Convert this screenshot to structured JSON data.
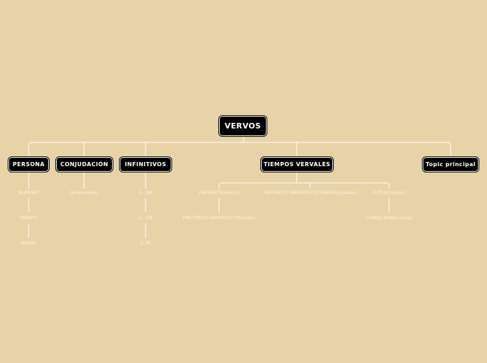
{
  "map": {
    "root": "VERVOS",
    "branches": [
      {
        "label": "PERSONA",
        "children": [
          "NUMERO",
          "TIEMPO",
          "MODO"
        ]
      },
      {
        "label": "CONJUDACIÓN",
        "children": [
          "(pronombre)"
        ]
      },
      {
        "label": "INFINITIVOS",
        "children": [
          "1.- AR",
          "2.- ER",
          "3.-IR"
        ]
      },
      {
        "label": "TIEMPOS VERVALES",
        "children": [
          "PRESENTE(ahora)",
          "PRETERITO IMPERFECTO(antes)",
          "PRETERITO IMPERFECTO SIMPLE(pasado)",
          "FUTURO(ayer)",
          "CONDICIONAL(sería)"
        ]
      },
      {
        "label": "Topic principal",
        "children": []
      }
    ]
  },
  "colors": {
    "background": "#e8d3a8",
    "node_fill": "#000000",
    "node_text": "#ffffff",
    "connector": "#ffffff",
    "leaf_text": "#fbf4e4"
  }
}
